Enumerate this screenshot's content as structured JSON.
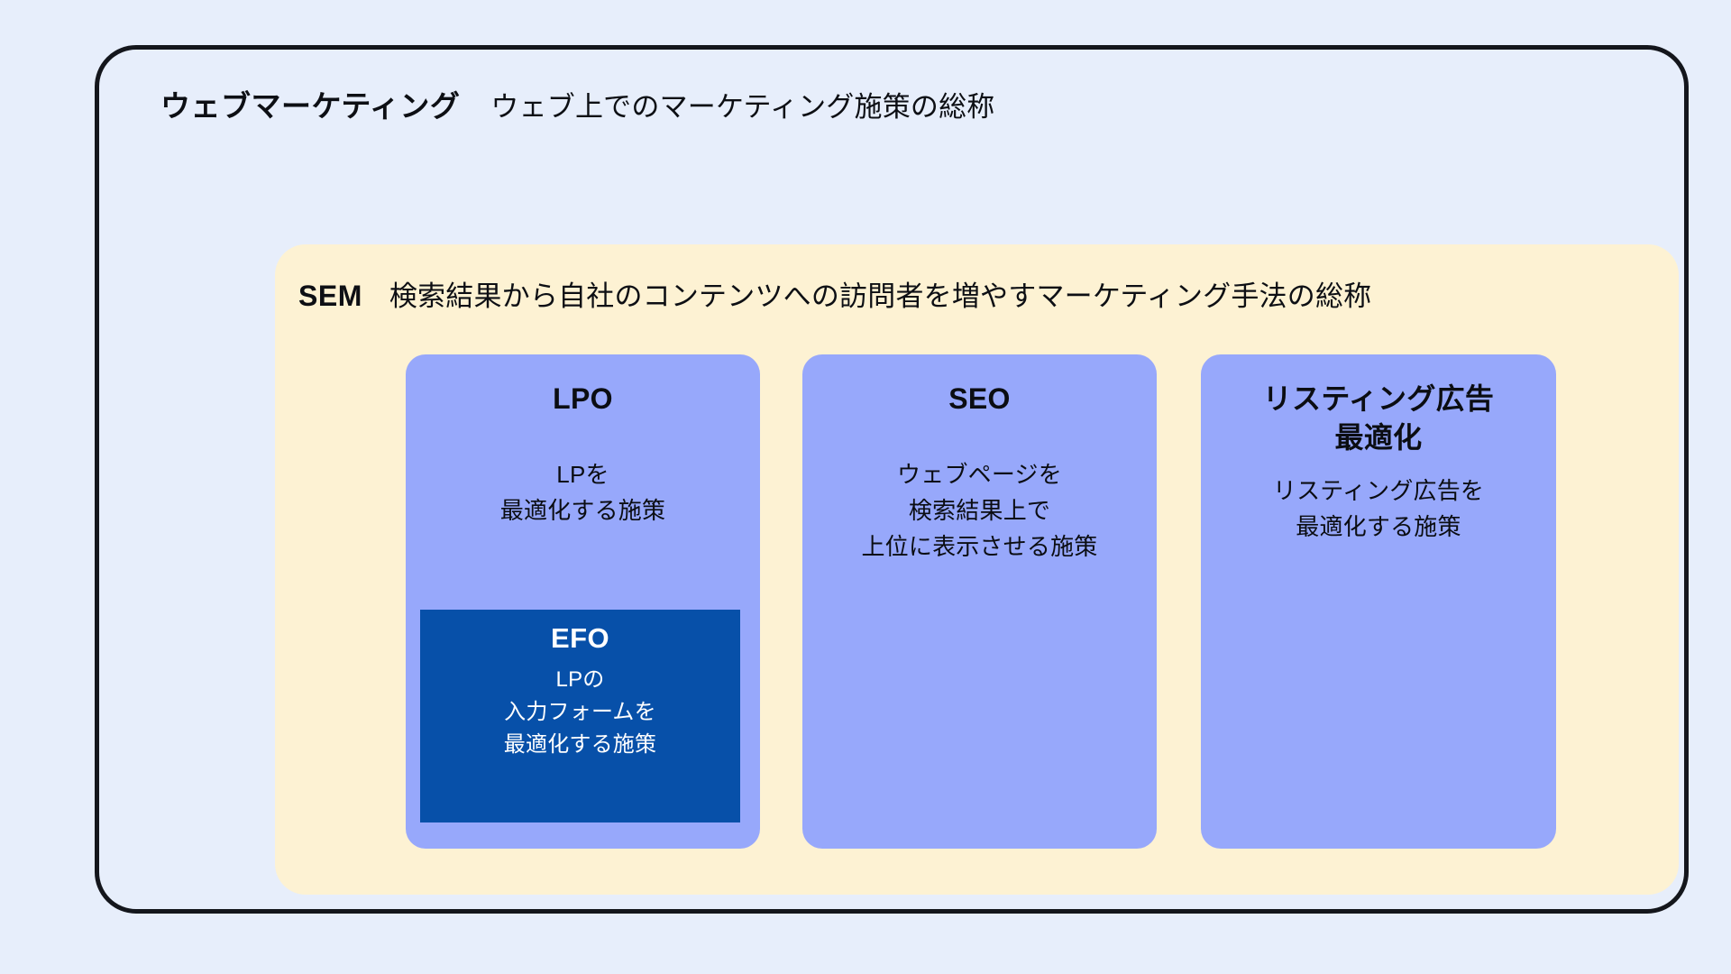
{
  "diagram": {
    "background_color": "#e7eefb",
    "outer": {
      "term": "ウェブマーケティング",
      "description": "ウェブ上でのマーケティング施策の総称",
      "border_color": "#14161c"
    },
    "sem": {
      "term": "SEM",
      "description": "検索結果から自社のコンテンツへの訪問者を増やすマーケティング手法の総称",
      "background_color": "#fdf2d3"
    },
    "cards": [
      {
        "id": "lpo",
        "title_lines": [
          "LPO"
        ],
        "desc_lines": [
          "LPを",
          "最適化する施策"
        ],
        "color": "#97a8fb",
        "nested": {
          "id": "efo",
          "title": "EFO",
          "desc_lines": [
            "LPの",
            "入力フォームを",
            "最適化する施策"
          ],
          "color": "#0750a9",
          "text_color": "#ffffff"
        }
      },
      {
        "id": "seo",
        "title_lines": [
          "SEO"
        ],
        "desc_lines": [
          "ウェブページを",
          "検索結果上で",
          "上位に表示させる施策"
        ],
        "color": "#97a8fb"
      },
      {
        "id": "listing",
        "title_lines": [
          "リスティング広告",
          "最適化"
        ],
        "desc_lines": [
          "リスティング広告を",
          "最適化する施策"
        ],
        "color": "#97a8fb"
      }
    ]
  }
}
